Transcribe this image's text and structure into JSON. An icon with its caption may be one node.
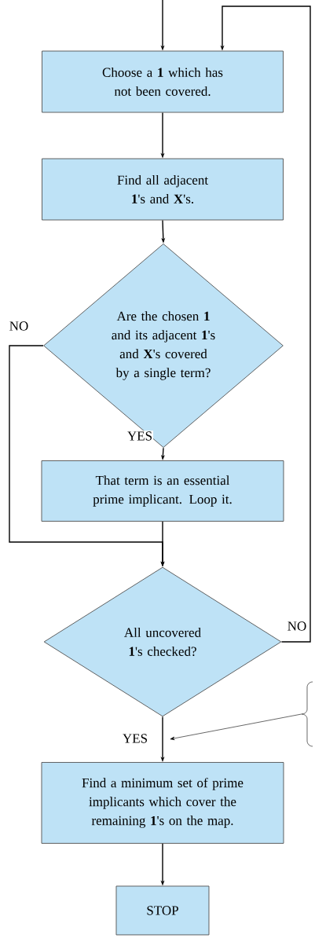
{
  "diagram": {
    "nodes": [
      {
        "text": [
          "Choose a **1** which has not been covered."
        ]
      },
      {
        "text": [
          "Find all adjacent **1**'s and **X**'s."
        ]
      },
      {
        "text": [
          "Are the chosen **1** and its adjacent **1**'s and **X**'s covered by a single term?"
        ]
      },
      {
        "text": [
          "That term is an essential prime implicant. Loop it."
        ]
      },
      {
        "text": [
          "All uncovered **1**'s checked?"
        ]
      },
      {
        "text": [
          "Find a minimum set of prime implicants which cover the remaining **1**'s on the map."
        ]
      },
      {
        "text": [
          "STOP"
        ]
      },
      {
        "text": [],
        "shape": "bracket"
      }
    ],
    "edges": [
      {
        "from": null,
        "to": 0,
        "arrow": "to"
      },
      {
        "from": 0,
        "to": 1,
        "arrow": "to"
      },
      {
        "from": 1,
        "to": 2,
        "arrow": "to"
      },
      {
        "from": 2,
        "to": 3,
        "arrow": "to",
        "label": "YES"
      },
      {
        "from": 2,
        "to": 4,
        "arrow": "to",
        "label": "NO"
      },
      {
        "from": 3,
        "to": 4,
        "arrow": "to"
      },
      {
        "from": 4,
        "to": 0,
        "arrow": "to",
        "label": "NO"
      },
      {
        "from": 4,
        "to": 5,
        "arrow": "to",
        "label": "YES"
      },
      {
        "from": 5,
        "to": 6,
        "arrow": "to"
      },
      {
        "from": 7,
        "to": null,
        "arrow": "to"
      }
    ]
  }
}
